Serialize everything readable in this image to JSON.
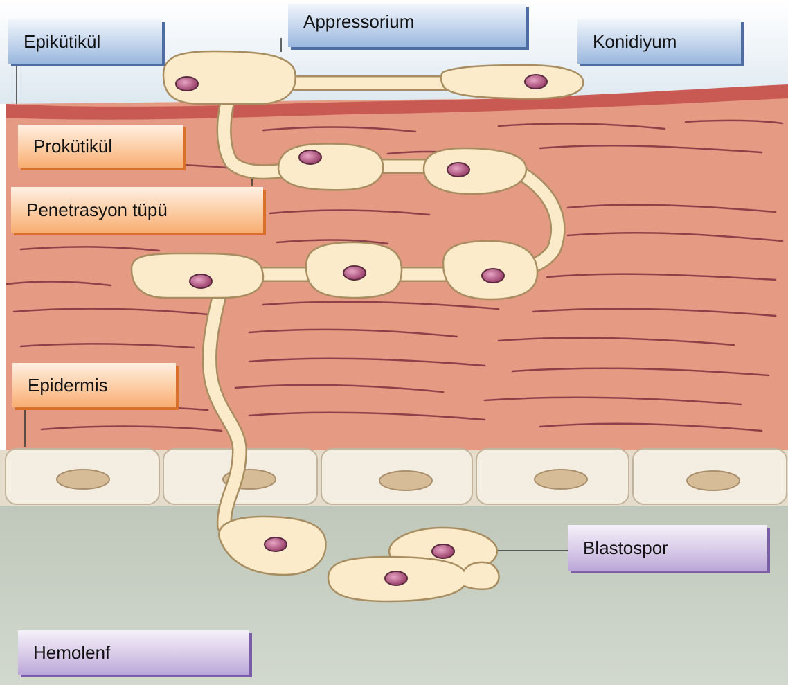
{
  "labels": {
    "epikutikul": "Epikütikül",
    "appressorium": "Appressorium",
    "konidiyum": "Konidiyum",
    "prokutikul": "Prokütikül",
    "penetrasyon": "Penetrasyon tüpü",
    "epidermis": "Epidermis",
    "blastospor": "Blastospor",
    "hemolenf": "Hemolenf"
  },
  "colors": {
    "air": "#e3ecf2",
    "epicuticle": "#c65852",
    "procuticle": "#e49a82",
    "fiber": "#8f3f4a",
    "epidermis_cell": "#f3ebdd",
    "epidermis_nucleus": "#d4b995",
    "hemolymph": "#c9d0c4",
    "fungal_cell": "#fbebcb",
    "fungal_outline": "#a88d60",
    "fungal_nucleus": "#a64f78"
  }
}
